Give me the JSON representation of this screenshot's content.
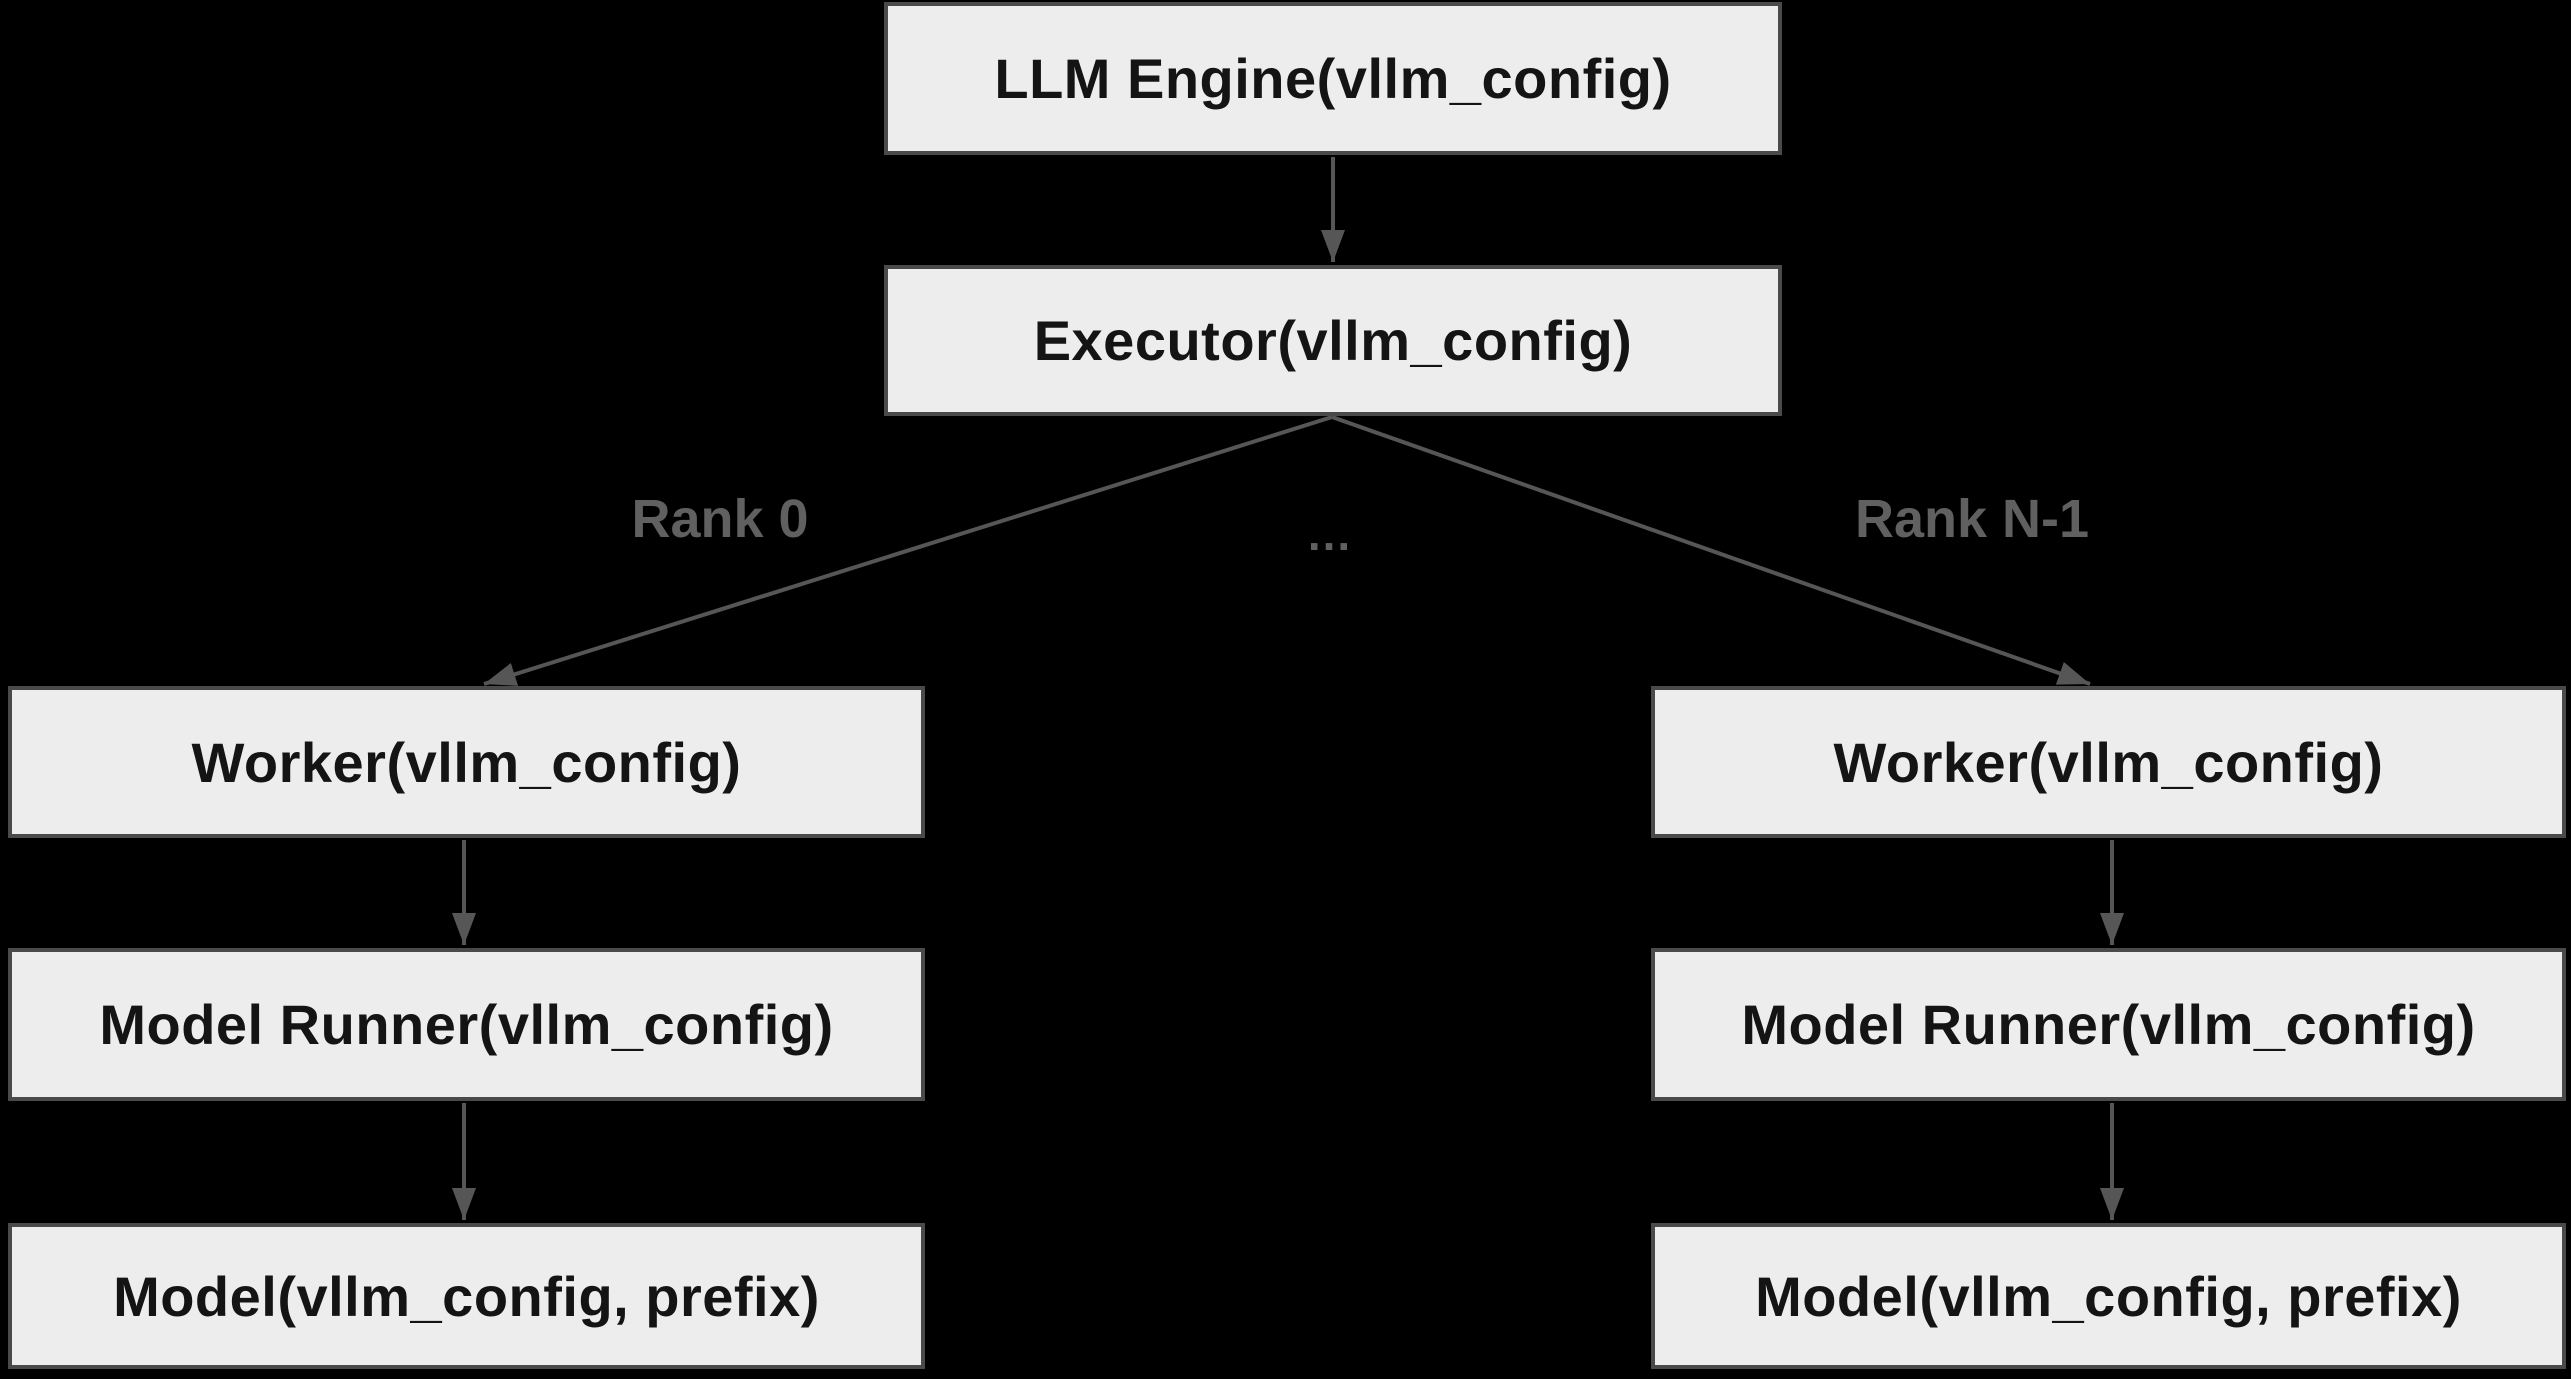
{
  "diagram": {
    "title_hint": "vLLM engine-executor-worker hierarchy diagram",
    "colors": {
      "background": "#000000",
      "node_fill": "#ededed",
      "node_border": "#4a4a4a",
      "node_text": "#141414",
      "arrow": "#565656",
      "edge_label_text": "#606060"
    },
    "nodes": {
      "llm_engine": "LLM Engine(vllm_config)",
      "executor": "Executor(vllm_config)",
      "worker_left": "Worker(vllm_config)",
      "worker_right": "Worker(vllm_config)",
      "model_runner_left": "Model Runner(vllm_config)",
      "model_runner_right": "Model Runner(vllm_config)",
      "model_left": "Model(vllm_config, prefix)",
      "model_right": "Model(vllm_config, prefix)"
    },
    "edge_labels": {
      "rank_0": "Rank 0",
      "ellipsis": "...",
      "rank_n_1": "Rank N-1"
    }
  }
}
